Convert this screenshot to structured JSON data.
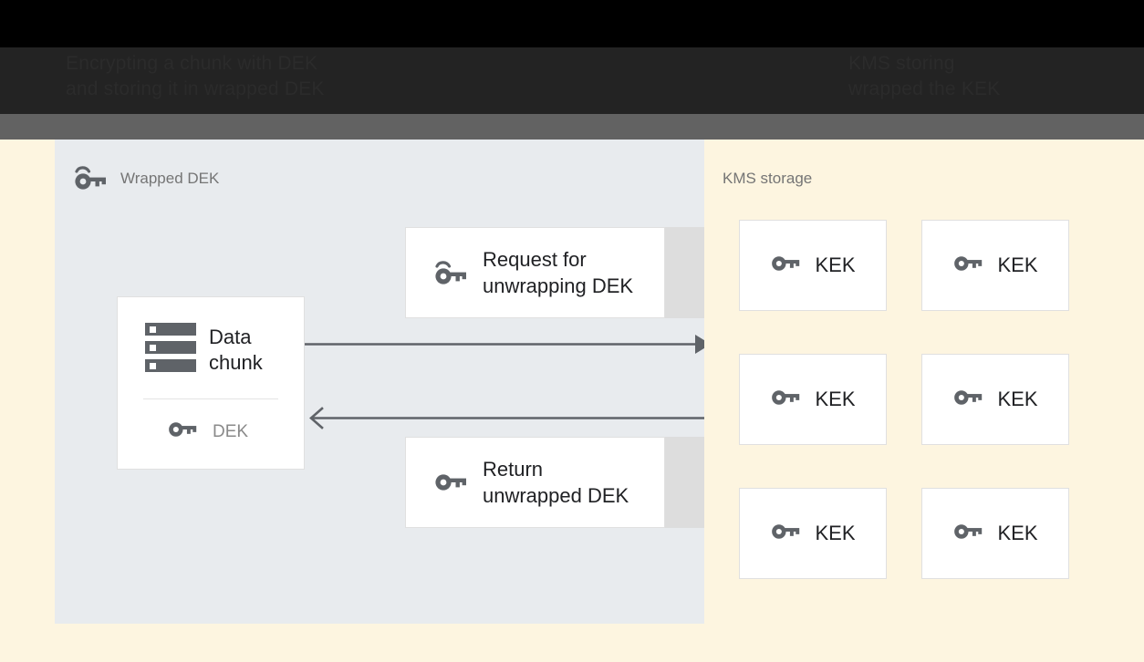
{
  "chrome": {
    "heading_left": "Encrypting a chunk with DEK\nand storing it in wrapped DEK",
    "heading_right": "KMS storing\nwrapped the KEK"
  },
  "left_panel": {
    "title": "Wrapped DEK",
    "title_icon": "wrapped-key-icon",
    "data_chunk_card": {
      "icon": "storage-icon",
      "label": "Data\nchunk",
      "key_icon": "key-icon",
      "key_label": "DEK"
    },
    "request_card": {
      "icon": "wrapped-key-icon",
      "label": "Request for\nunwrapping DEK"
    },
    "return_card": {
      "icon": "key-icon",
      "label": "Return\nunwrapped DEK"
    },
    "arrows": [
      {
        "name": "request-arrow",
        "direction": "right"
      },
      {
        "name": "return-arrow",
        "direction": "left"
      }
    ]
  },
  "kms_panel": {
    "title": "KMS storage",
    "keks": [
      {
        "icon": "key-icon",
        "label": "KEK"
      },
      {
        "icon": "key-icon",
        "label": "KEK"
      },
      {
        "icon": "key-icon",
        "label": "KEK"
      },
      {
        "icon": "key-icon",
        "label": "KEK"
      },
      {
        "icon": "key-icon",
        "label": "KEK"
      },
      {
        "icon": "key-icon",
        "label": "KEK"
      }
    ]
  },
  "colors": {
    "page_background": "#fdf5e0",
    "left_panel_background": "#e8ebee",
    "card_background": "#ffffff",
    "card_border": "#e0e0e0",
    "icon_gray": "#5f6368",
    "title_gray": "#757575",
    "text_dark": "#202124",
    "chrome_black": "#000000",
    "chrome_dark": "#232323",
    "chrome_gray": "#626262",
    "card_extension_gray": "#dddddd"
  }
}
